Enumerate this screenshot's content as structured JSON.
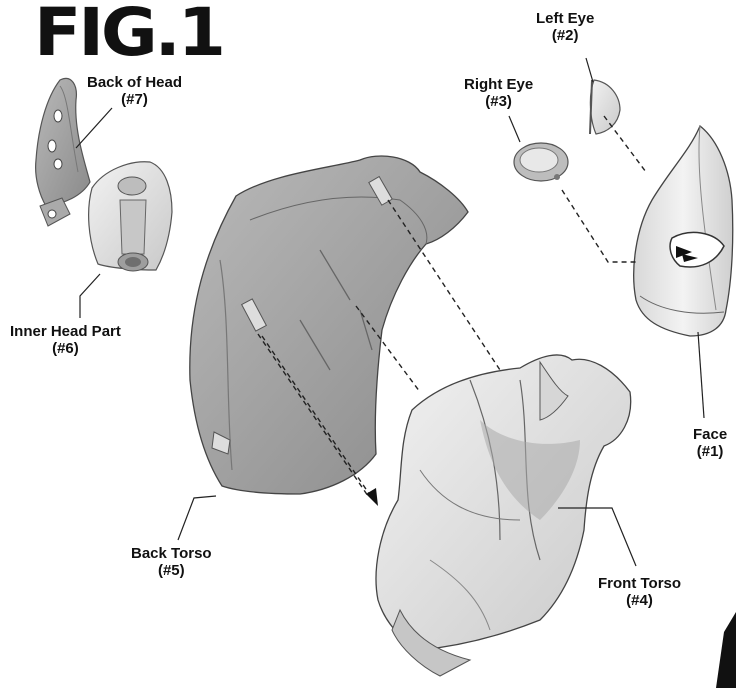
{
  "figure": {
    "title": "FIG.1"
  },
  "parts": [
    {
      "key": "left_eye",
      "name": "Left Eye",
      "number": "(#2)"
    },
    {
      "key": "right_eye",
      "name": "Right Eye",
      "number": "(#3)"
    },
    {
      "key": "back_head",
      "name": "Back of Head",
      "number": "(#7)"
    },
    {
      "key": "inner_head",
      "name": "Inner Head Part",
      "number": "(#6)"
    },
    {
      "key": "face",
      "name": "Face",
      "number": "(#1)"
    },
    {
      "key": "back_torso",
      "name": "Back Torso",
      "number": "(#5)"
    },
    {
      "key": "front_torso",
      "name": "Front Torso",
      "number": "(#4)"
    }
  ]
}
